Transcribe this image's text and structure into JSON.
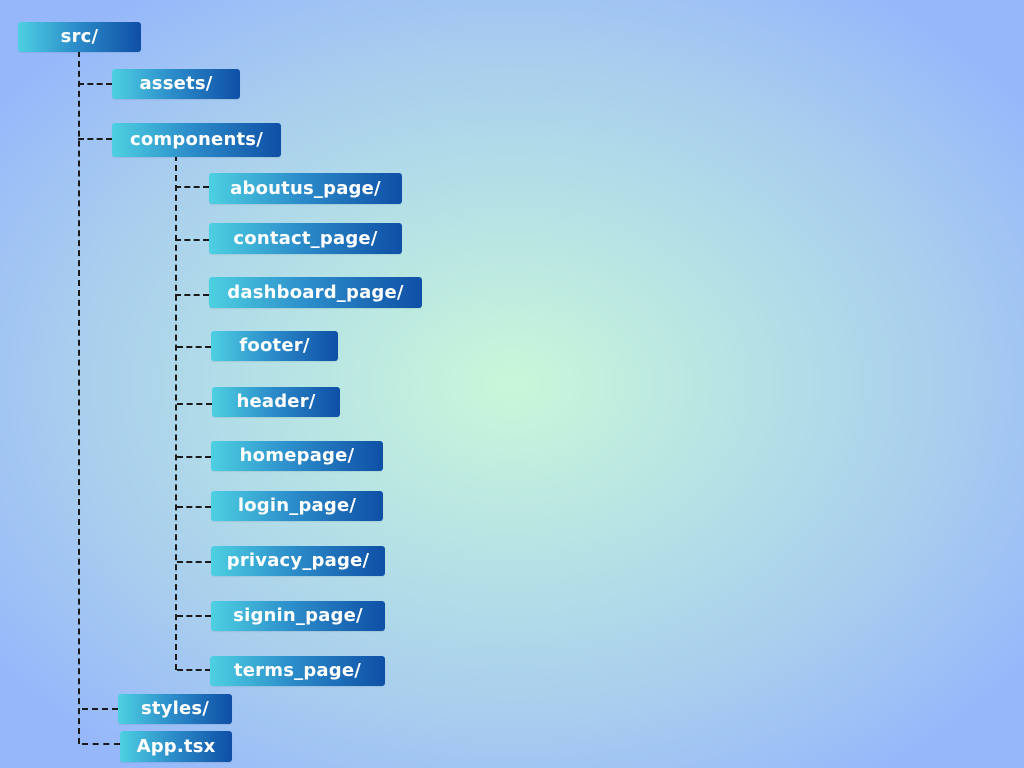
{
  "tree": {
    "root": {
      "label": "src/"
    },
    "children": [
      {
        "label": "assets/"
      },
      {
        "label": "components/",
        "children": [
          {
            "label": "aboutus_page/"
          },
          {
            "label": "contact_page/"
          },
          {
            "label": "dashboard_page/"
          },
          {
            "label": "footer/"
          },
          {
            "label": "header/"
          },
          {
            "label": "homepage/"
          },
          {
            "label": "login_page/"
          },
          {
            "label": "privacy_page/"
          },
          {
            "label": "signin_page/"
          },
          {
            "label": "terms_page/"
          }
        ]
      },
      {
        "label": "styles/"
      },
      {
        "label": "App.tsx"
      }
    ]
  }
}
